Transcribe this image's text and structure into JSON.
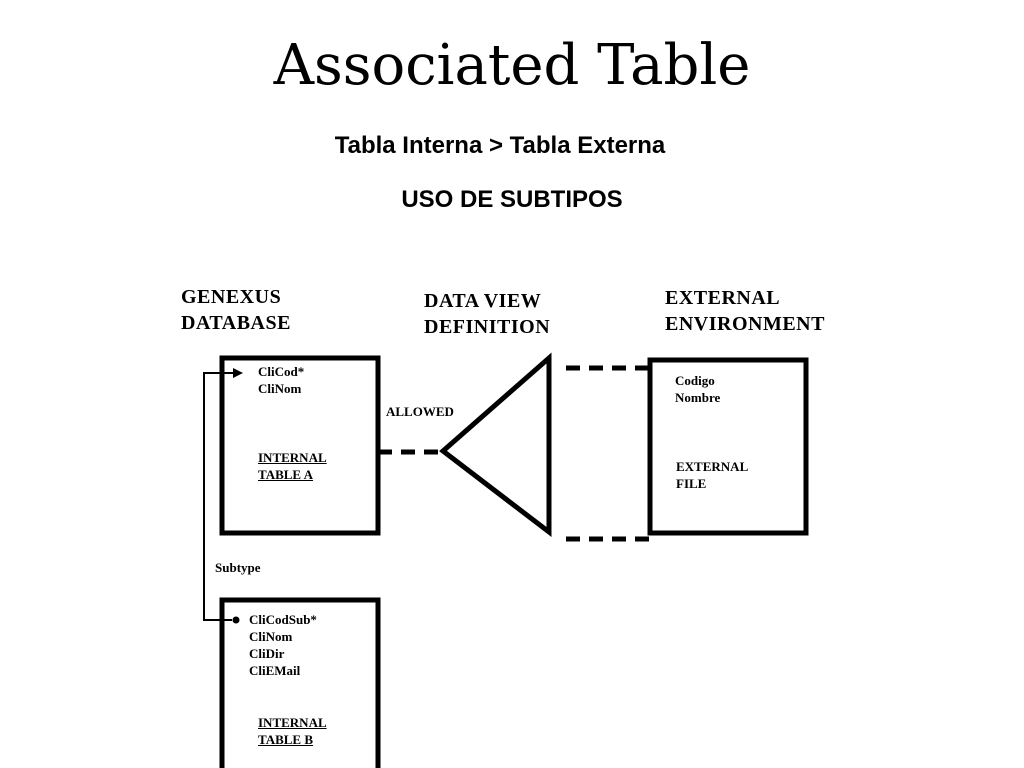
{
  "title": "Associated Table",
  "subtitle": "Tabla Interna > Tabla Externa",
  "subtitle2": "USO DE SUBTIPOS",
  "headings": {
    "genexus": [
      "GENEXUS",
      "DATABASE"
    ],
    "dataview": [
      "DATA VIEW",
      "DEFINITION"
    ],
    "external": [
      "EXTERNAL",
      "ENVIRONMENT"
    ]
  },
  "table_a": {
    "fields": [
      "CliCod*",
      "CliNom"
    ],
    "label": [
      "INTERNAL",
      "TABLE A"
    ]
  },
  "table_b": {
    "fields": [
      "CliCodSub*",
      "CliNom",
      "CliDir",
      "CliEMail"
    ],
    "label": [
      "INTERNAL",
      "TABLE B"
    ]
  },
  "external_file": {
    "fields": [
      "Codigo",
      "Nombre"
    ],
    "label": [
      "EXTERNAL",
      "FILE"
    ]
  },
  "allowed_label": "ALLOWED",
  "subtype_label": "Subtype"
}
